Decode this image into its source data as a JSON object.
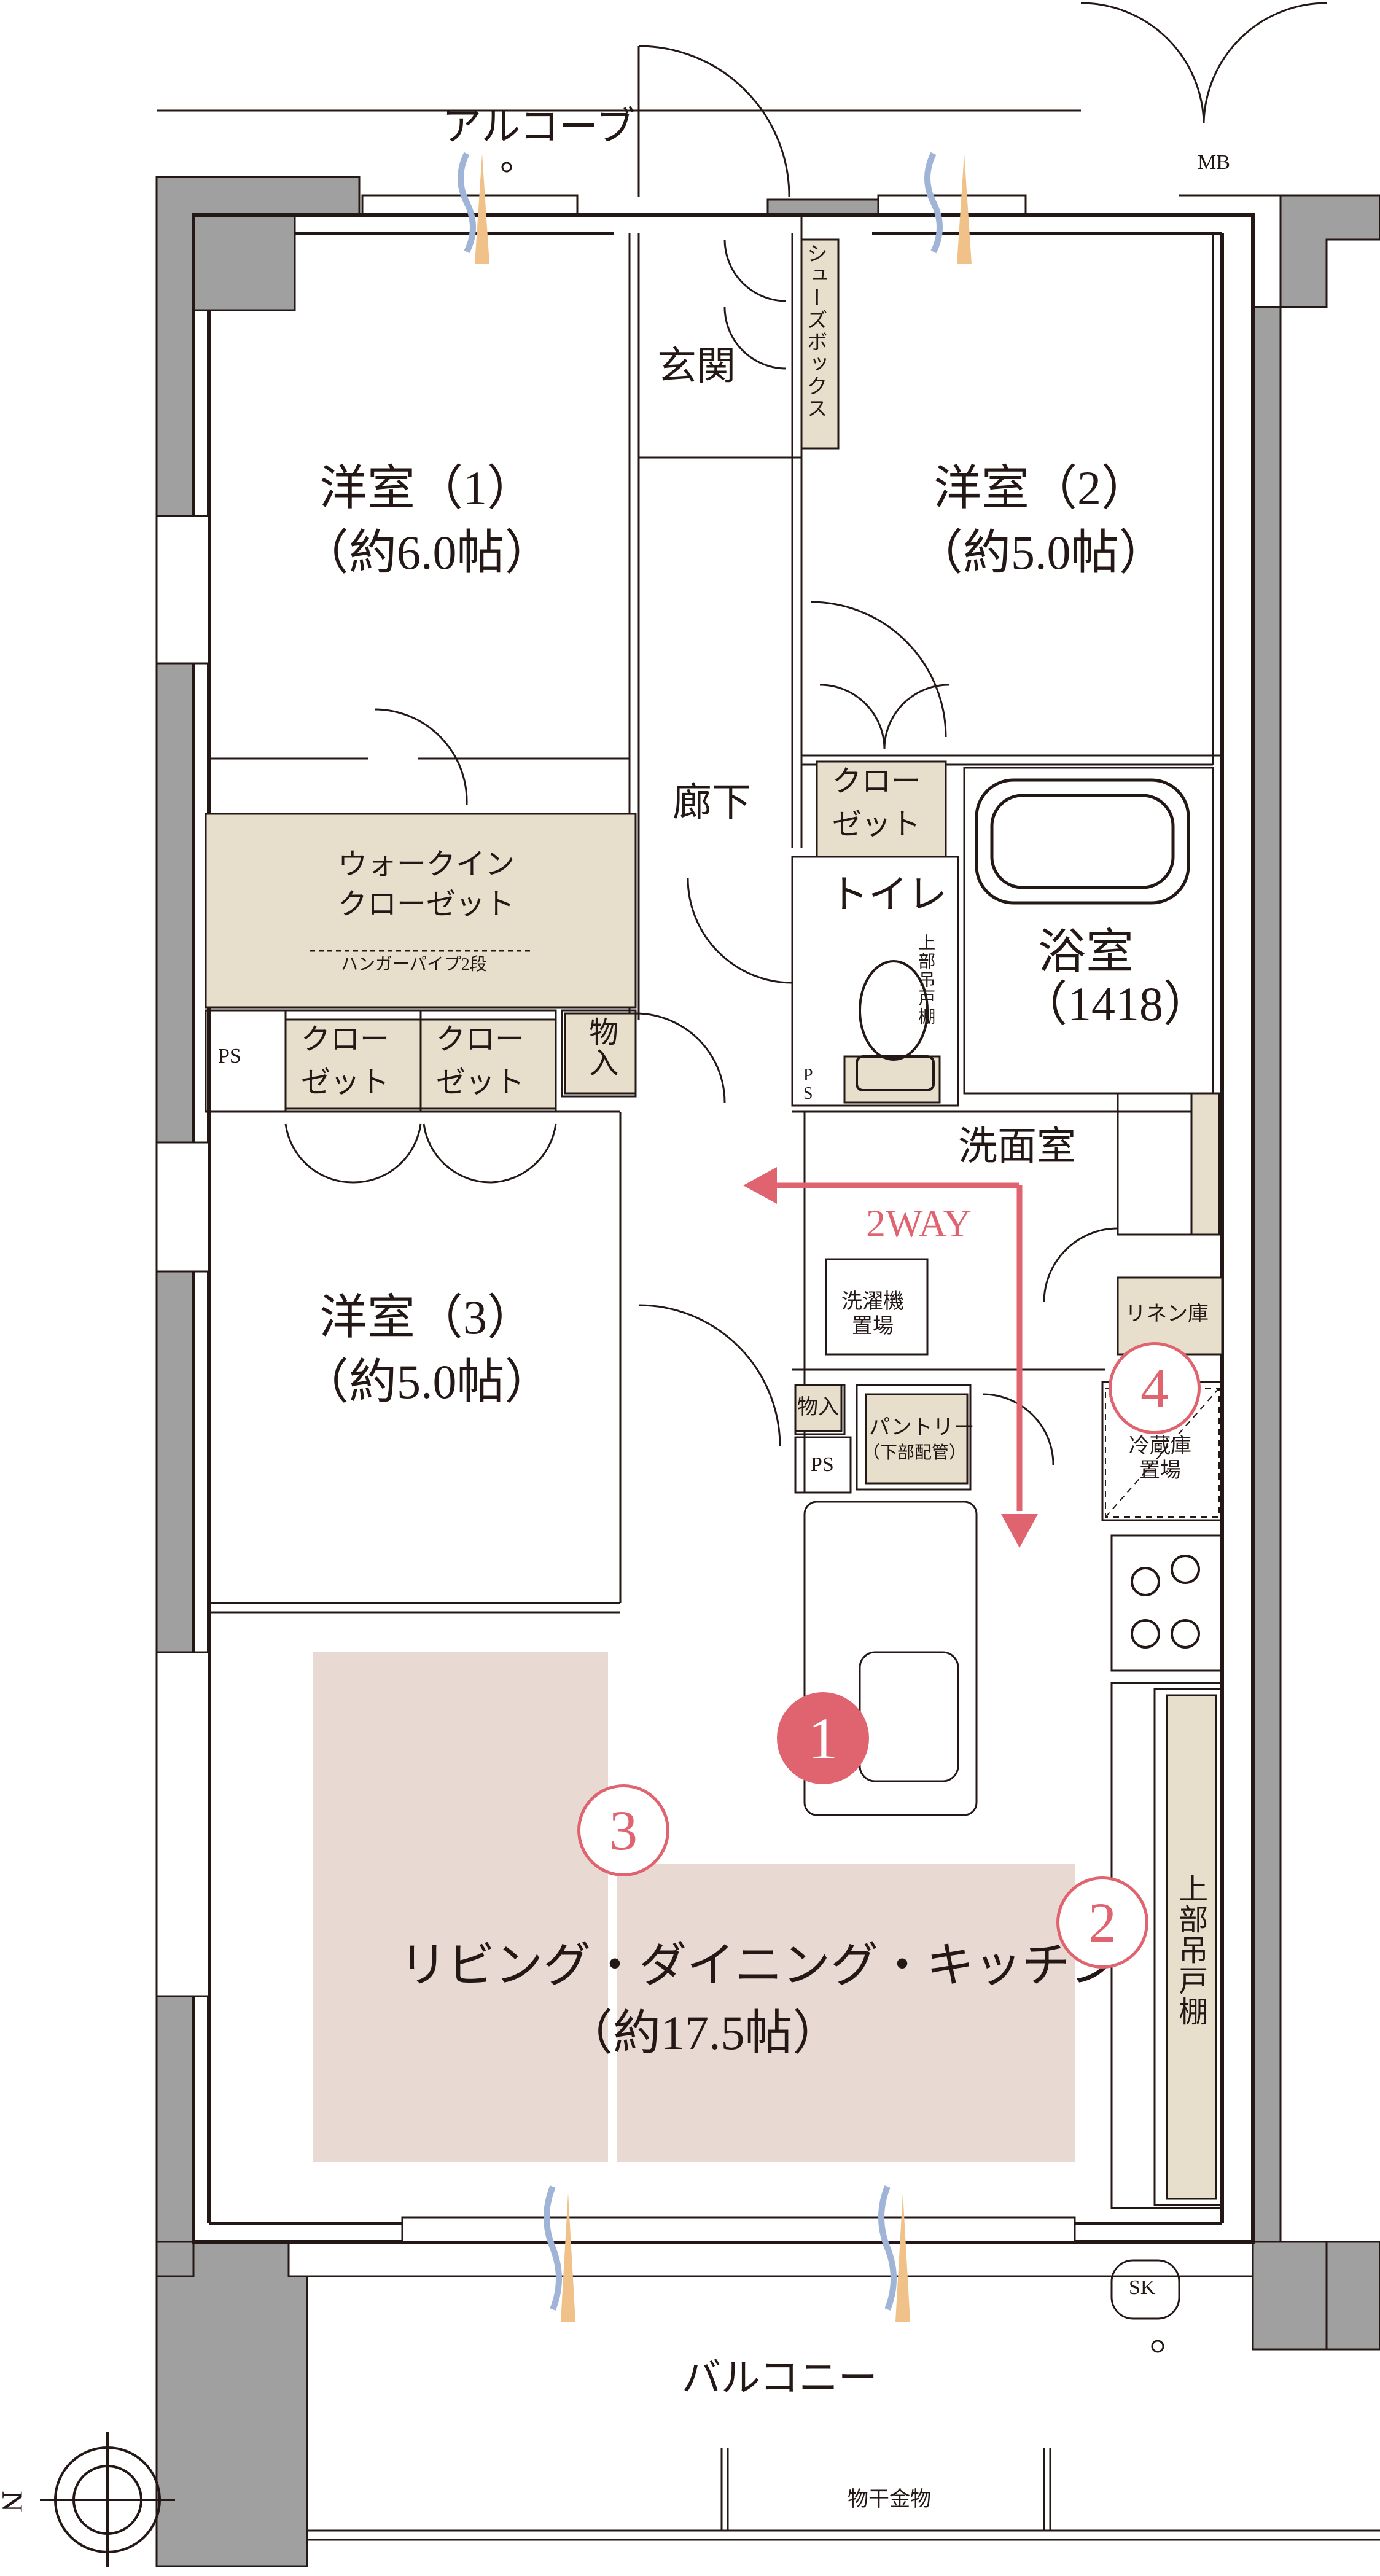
{
  "colors": {
    "wall": "#a0a0a0",
    "line": "#231815",
    "closet": "#e7dfcc",
    "ldk_highlight": "#e8dad3",
    "accent": "#e0646f",
    "breeze_orange": "#f0c28a",
    "breeze_blue": "#9fb4d6"
  },
  "labels": {
    "alcove": "アルコーブ",
    "mb": "MB",
    "shoebox": "シューズボックス",
    "genkan": "玄関",
    "room1_name": "洋室（1）",
    "room1_size": "（約6.0帖）",
    "room2_name": "洋室（2）",
    "room2_size": "（約5.0帖）",
    "room3_name": "洋室（3）",
    "room3_size": "（約5.0帖）",
    "hallway": "廊下",
    "closet_top": "クロー",
    "closet_bottom": "ゼット",
    "toilet": "トイレ",
    "upper_cabinet": "上部吊戸棚",
    "ps": "PS",
    "ps_split_top": "P",
    "ps_split_bottom": "S",
    "bath": "浴室",
    "bath_size": "（1418）",
    "wic_line1": "ウォークイン",
    "wic_line2": "クローゼット",
    "hanger": "ハンガーパイプ2段",
    "storage": "物入",
    "washroom": "洗面室",
    "two_way": "2WAY",
    "washer_line1": "洗濯機",
    "washer_line2": "置場",
    "linen": "リネン庫",
    "pantry_line1": "パントリー",
    "pantry_line2": "（下部配管）",
    "fridge_line1": "冷蔵庫",
    "fridge_line2": "置場",
    "ldk_name": "リビング・ダイニング・キッチン",
    "ldk_size": "（約17.5帖）",
    "balcony": "バルコニー",
    "drying": "物干金物",
    "sk": "SK",
    "north": "N"
  },
  "badges": {
    "b1": "1",
    "b2": "2",
    "b3": "3",
    "b4": "4"
  }
}
